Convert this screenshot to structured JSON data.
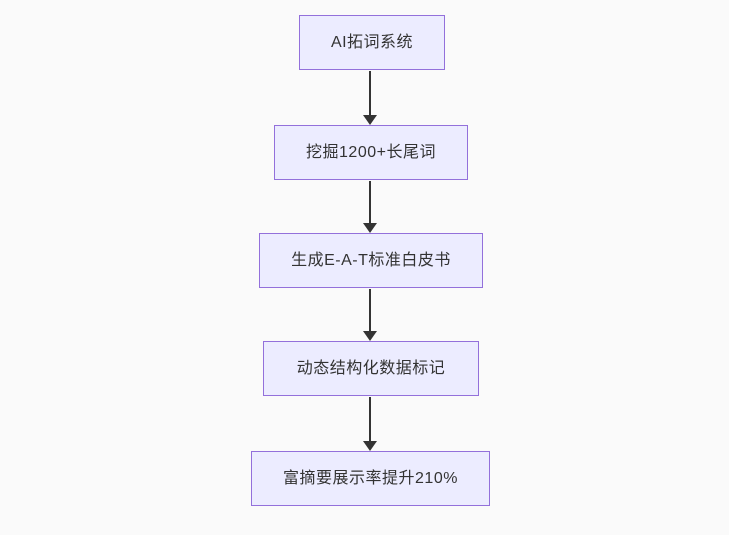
{
  "diagram": {
    "type": "flowchart",
    "direction": "top-down",
    "nodes": [
      {
        "id": "step-1",
        "label": "AI拓词系统"
      },
      {
        "id": "step-2",
        "label": "挖掘1200+长尾词"
      },
      {
        "id": "step-3",
        "label": "生成E-A-T标准白皮书"
      },
      {
        "id": "step-4",
        "label": "动态结构化数据标记"
      },
      {
        "id": "step-5",
        "label": "富摘要展示率提升210%"
      }
    ],
    "edges": [
      {
        "from": "step-1",
        "to": "step-2",
        "style": "arrow-down"
      },
      {
        "from": "step-2",
        "to": "step-3",
        "style": "arrow-down"
      },
      {
        "from": "step-3",
        "to": "step-4",
        "style": "arrow-down"
      },
      {
        "from": "step-4",
        "to": "step-5",
        "style": "arrow-down"
      }
    ],
    "colors": {
      "background": "#fafafa",
      "node_fill": "#ECECFF",
      "node_border": "#9370DB",
      "text": "#333333",
      "arrow": "#333333"
    }
  }
}
